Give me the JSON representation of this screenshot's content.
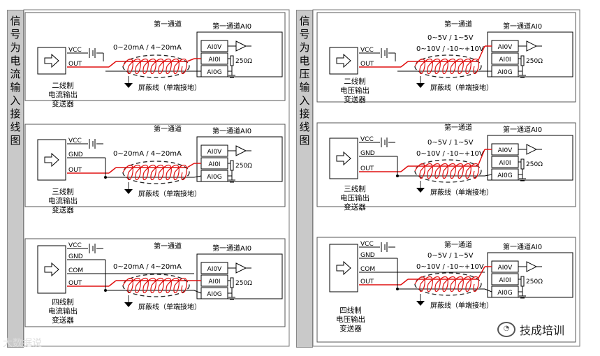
{
  "side_labels": {
    "current": "信号为电流输入接线图",
    "voltage": "信号为电压输入接线图"
  },
  "channel_title": "第一通道",
  "module_title": "第一通道AI0",
  "terminals": [
    "AI0V",
    "AI0I",
    "AI0G"
  ],
  "resistor": "250Ω",
  "shield_label": "屏蔽线（单端接地）",
  "current_range": "0~20mA / 4~20mA",
  "voltage_range_1": "0~5V / 1~5V",
  "voltage_range_2": "0~10V / -10~+10V",
  "wires": {
    "vcc": "VCC",
    "out": "OUT",
    "gnd": "GND",
    "com": "COM"
  },
  "current_panels": [
    {
      "label": [
        "二线制",
        "电流输出",
        "变送器"
      ]
    },
    {
      "label": [
        "三线制",
        "电流输出",
        "变送器"
      ]
    },
    {
      "label": [
        "四线制",
        "电流输出",
        "变送器"
      ]
    }
  ],
  "voltage_panels": [
    {
      "label": [
        "二线制",
        "电压输出",
        "变送器"
      ]
    },
    {
      "label": [
        "三线制",
        "电压输出",
        "变送器"
      ]
    },
    {
      "label": [
        "四线制",
        "电压输出",
        "变送器"
      ]
    }
  ],
  "watermark_left": "大数据说",
  "watermark_right": "技成培训",
  "colors": {
    "signal": "#e01010",
    "shield": "#222222",
    "side_bg": "#c9c9c9"
  }
}
